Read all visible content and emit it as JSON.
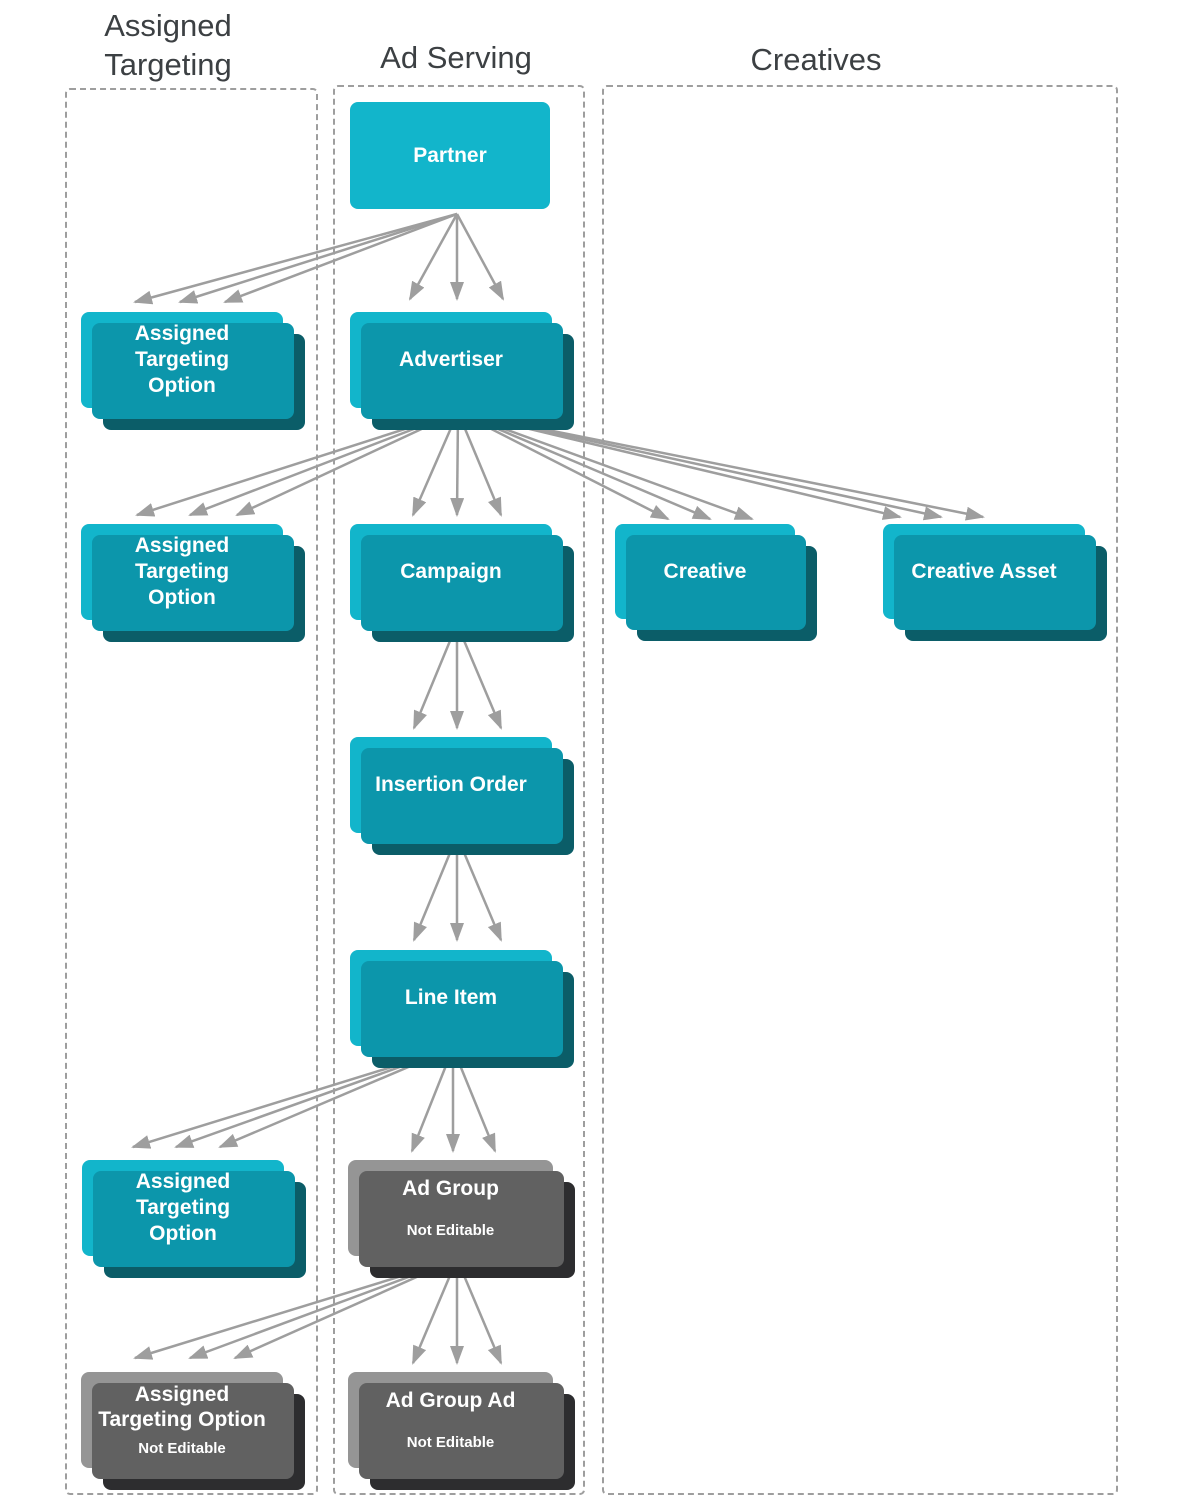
{
  "headers": {
    "assigned_targeting": "Assigned Targeting",
    "ad_serving": "Ad Serving",
    "creatives": "Creatives"
  },
  "nodes": {
    "partner": {
      "label": "Partner"
    },
    "advertiser": {
      "label": "Advertiser"
    },
    "campaign": {
      "label": "Campaign"
    },
    "insertion_order": {
      "label": "Insertion Order"
    },
    "line_item": {
      "label": "Line Item"
    },
    "ad_group": {
      "label": "Ad Group",
      "sublabel": "Not Editable"
    },
    "ad_group_ad": {
      "label": "Ad Group Ad",
      "sublabel": "Not Editable"
    },
    "ato_partner": {
      "lines": [
        "Assigned",
        "Targeting",
        "Option"
      ]
    },
    "ato_advertiser": {
      "lines": [
        "Assigned",
        "Targeting",
        "Option"
      ]
    },
    "ato_line_item": {
      "lines": [
        "Assigned",
        "Targeting",
        "Option"
      ]
    },
    "ato_ad_group": {
      "lines": [
        "Assigned",
        "Targeting Option"
      ],
      "sublabel": "Not Editable"
    },
    "creative": {
      "label": "Creative"
    },
    "creative_asset": {
      "label": "Creative Asset"
    }
  },
  "edges": [
    {
      "from": "partner",
      "to": "advertiser",
      "arrows": 3
    },
    {
      "from": "partner",
      "to": "ato_partner",
      "arrows": 3
    },
    {
      "from": "advertiser",
      "to": "ato_advertiser",
      "arrows": 3
    },
    {
      "from": "advertiser",
      "to": "campaign",
      "arrows": 3
    },
    {
      "from": "advertiser",
      "to": "creative",
      "arrows": 3
    },
    {
      "from": "advertiser",
      "to": "creative_asset",
      "arrows": 3
    },
    {
      "from": "campaign",
      "to": "insertion_order",
      "arrows": 3
    },
    {
      "from": "insertion_order",
      "to": "line_item",
      "arrows": 3
    },
    {
      "from": "line_item",
      "to": "ato_line_item",
      "arrows": 3
    },
    {
      "from": "line_item",
      "to": "ad_group",
      "arrows": 3
    },
    {
      "from": "ad_group",
      "to": "ato_ad_group",
      "arrows": 3
    },
    {
      "from": "ad_group",
      "to": "ad_group_ad",
      "arrows": 3
    }
  ],
  "colors": {
    "editable_node": "#12b5cb",
    "editable_node_mid": "#0c96ab",
    "editable_node_dark": "#0b5d68",
    "not_editable_node": "#959595",
    "not_editable_node_mid": "#616161",
    "not_editable_node_dark": "#2d2d2f",
    "arrow": "#9e9e9e",
    "column_border": "#9e9e9e",
    "header_text": "#3c4043"
  }
}
